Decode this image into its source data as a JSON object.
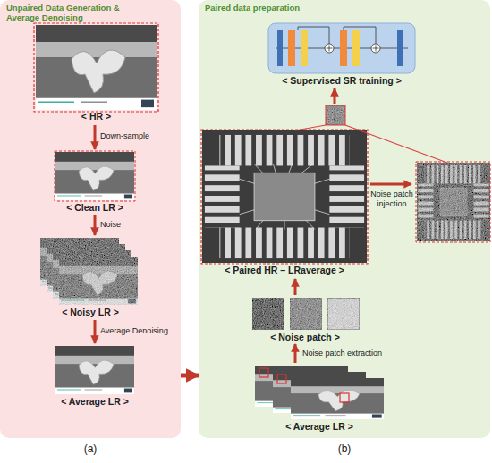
{
  "diagram": {
    "nodes": [
      {
        "text": [
          "Unpaired Data Generation & Average Denoising"
        ]
      },
      {
        "text": [
          "< HR >"
        ],
        "in": 0
      },
      {
        "text": [
          "< Clean LR >"
        ],
        "in": 0
      },
      {
        "text": [
          "< Noisy LR >"
        ],
        "in": 0
      },
      {
        "text": [
          "< Average LR >"
        ],
        "in": 0
      },
      {
        "text": [
          "Paired data preparation"
        ]
      },
      {
        "text": [
          "< Supervised SR training >"
        ],
        "in": 5
      },
      {
        "text": [
          "< Paired HR – LRaverage >"
        ],
        "in": 5
      },
      {
        "text": [
          "< Noise patch >"
        ],
        "in": 5
      },
      {
        "text": [
          "< Average LR >"
        ],
        "in": 5
      }
    ],
    "edges": [
      {
        "from": 1,
        "to": 2,
        "label": "Down-sample",
        "arrow": "to"
      },
      {
        "from": 2,
        "to": 3,
        "label": "Noise",
        "arrow": "to"
      },
      {
        "from": 3,
        "to": 4,
        "label": "Average Denoising",
        "arrow": "to"
      },
      {
        "from": 0,
        "to": 5,
        "arrow": "to"
      },
      {
        "from": 9,
        "to": 8,
        "label": "Noise patch extraction",
        "arrow": "to"
      },
      {
        "from": 8,
        "to": 7,
        "arrow": "to"
      },
      {
        "from": 7,
        "to": 6,
        "arrow": "to"
      }
    ],
    "labels": [
      "Noise patch injection",
      "(a)",
      "(b)"
    ]
  }
}
